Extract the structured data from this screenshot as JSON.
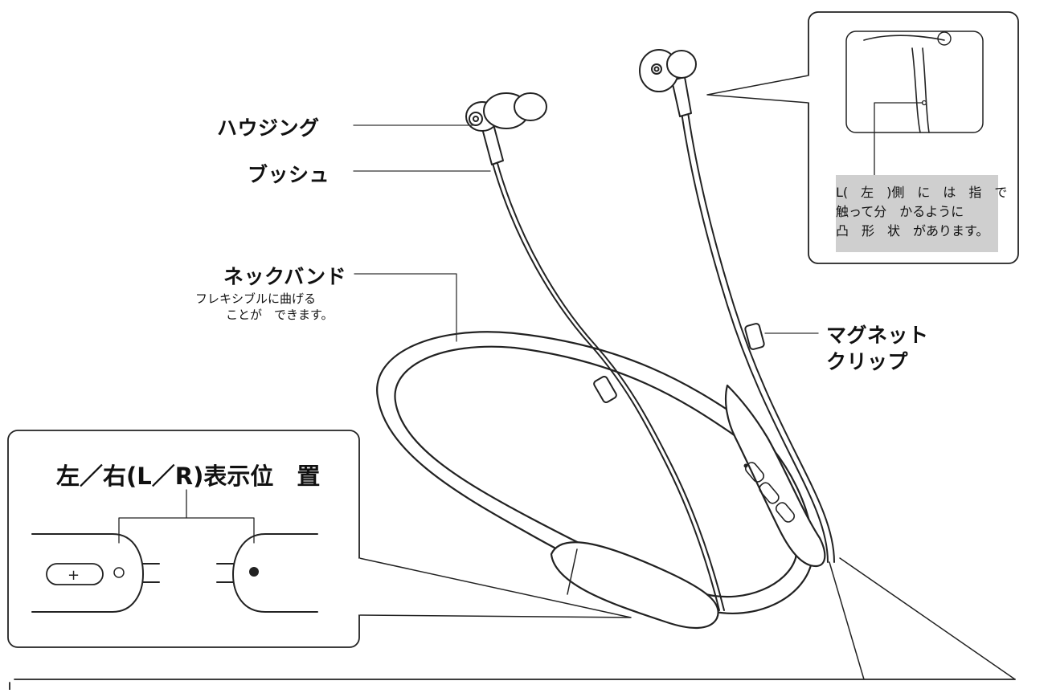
{
  "labels": {
    "housing": "ハウジング",
    "bush": "ブッシュ",
    "neckband": "ネックバンド",
    "neckband_note_1": "フレキシブルに曲げる",
    "neckband_note_2": "ことが　できます。",
    "magnet_clip_1": "マグネット",
    "magnet_clip_2": "クリップ",
    "lr_title": "左／右(L／R)表示位　置"
  },
  "left_note": {
    "line1": "L(　左　)側　に　は　指　で",
    "line2": "触って分　かるように",
    "line3": "凸　形　状　があります。"
  },
  "colors": {
    "line": "#222222",
    "note_bg": "#cfcfcf"
  }
}
